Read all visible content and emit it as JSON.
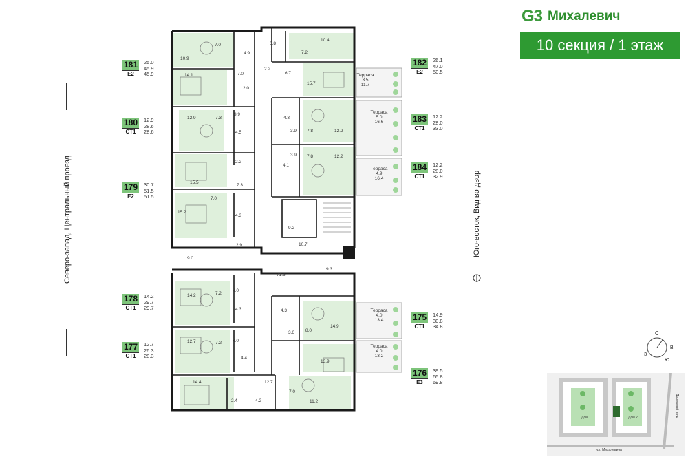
{
  "brand": {
    "logo": "G3",
    "name": "Михалевич"
  },
  "section_title": "10 секция / 1 этаж",
  "street_left": "Северо-запад, Центральный проезд",
  "street_right": "Юго-восток, Вид во двор",
  "apartments": [
    {
      "id": "181",
      "type": "E2",
      "areas": [
        "25.0",
        "45.9",
        "45.9"
      ]
    },
    {
      "id": "180",
      "type": "СТ1",
      "areas": [
        "12.9",
        "28.6",
        "28.6"
      ]
    },
    {
      "id": "179",
      "type": "E2",
      "areas": [
        "30.7",
        "51.5",
        "51.5"
      ]
    },
    {
      "id": "178",
      "type": "СТ1",
      "areas": [
        "14.2",
        "29.7",
        "29.7"
      ]
    },
    {
      "id": "177",
      "type": "СТ1",
      "areas": [
        "12.7",
        "26.3",
        "28.3"
      ]
    },
    {
      "id": "182",
      "type": "E2",
      "areas": [
        "26.1",
        "47.0",
        "50.5"
      ]
    },
    {
      "id": "183",
      "type": "СТ1",
      "areas": [
        "12.2",
        "28.0",
        "33.0"
      ]
    },
    {
      "id": "184",
      "type": "СТ1",
      "areas": [
        "12.2",
        "28.0",
        "32.9"
      ]
    },
    {
      "id": "175",
      "type": "СТ1",
      "areas": [
        "14.9",
        "30.8",
        "34.8"
      ]
    },
    {
      "id": "176",
      "type": "E3",
      "areas": [
        "39.5",
        "65.8",
        "69.8"
      ]
    }
  ],
  "rooms": [
    "7.0",
    "10.9",
    "4.9",
    "6.8",
    "10.4",
    "7.2",
    "14.1",
    "7.0",
    "2.0",
    "2.2",
    "6.7",
    "15.7",
    "12.9",
    "7.3",
    "3.9",
    "4.5",
    "4.3",
    "3.9",
    "7.8",
    "12.2",
    "2.2",
    "3.9",
    "4.1",
    "7.8",
    "12.2",
    "15.5",
    "7.3",
    "7.0",
    "15.2",
    "4.3",
    "9.2",
    "2.9",
    "10.7",
    "9.0",
    "71.6",
    "9.3",
    "14.2",
    "7.2",
    "4.0",
    "4.3",
    "4.3",
    "14.9",
    "3.6",
    "8.0",
    "12.7",
    "7.2",
    "4.0",
    "4.4",
    "13.9",
    "14.4",
    "12.7",
    "7.0",
    "11.2",
    "2.4",
    "4.2"
  ],
  "terraces": [
    {
      "label": "Терраса",
      "a": "3.5",
      "b": "11.7"
    },
    {
      "label": "Терраса",
      "a": "5.0",
      "b": "16.6"
    },
    {
      "label": "Терраса",
      "a": "4.9",
      "b": "16.4"
    },
    {
      "label": "Терраса",
      "a": "4.0",
      "b": "13.4"
    },
    {
      "label": "Терраса",
      "a": "4.0",
      "b": "13.2"
    }
  ],
  "compass": {
    "n": "С",
    "e": "В",
    "s": "Ю",
    "w": "З"
  },
  "minimap": {
    "house1": "Дом 1",
    "house2": "Дом 2",
    "street_bottom": "ул. Михалевича",
    "street_right": "Дорожный пр-д"
  },
  "colors": {
    "brand_green": "#2e9a32",
    "card_green": "#7dc47a",
    "plan_green": "#dff0dc",
    "wall": "#1a1a1a"
  }
}
